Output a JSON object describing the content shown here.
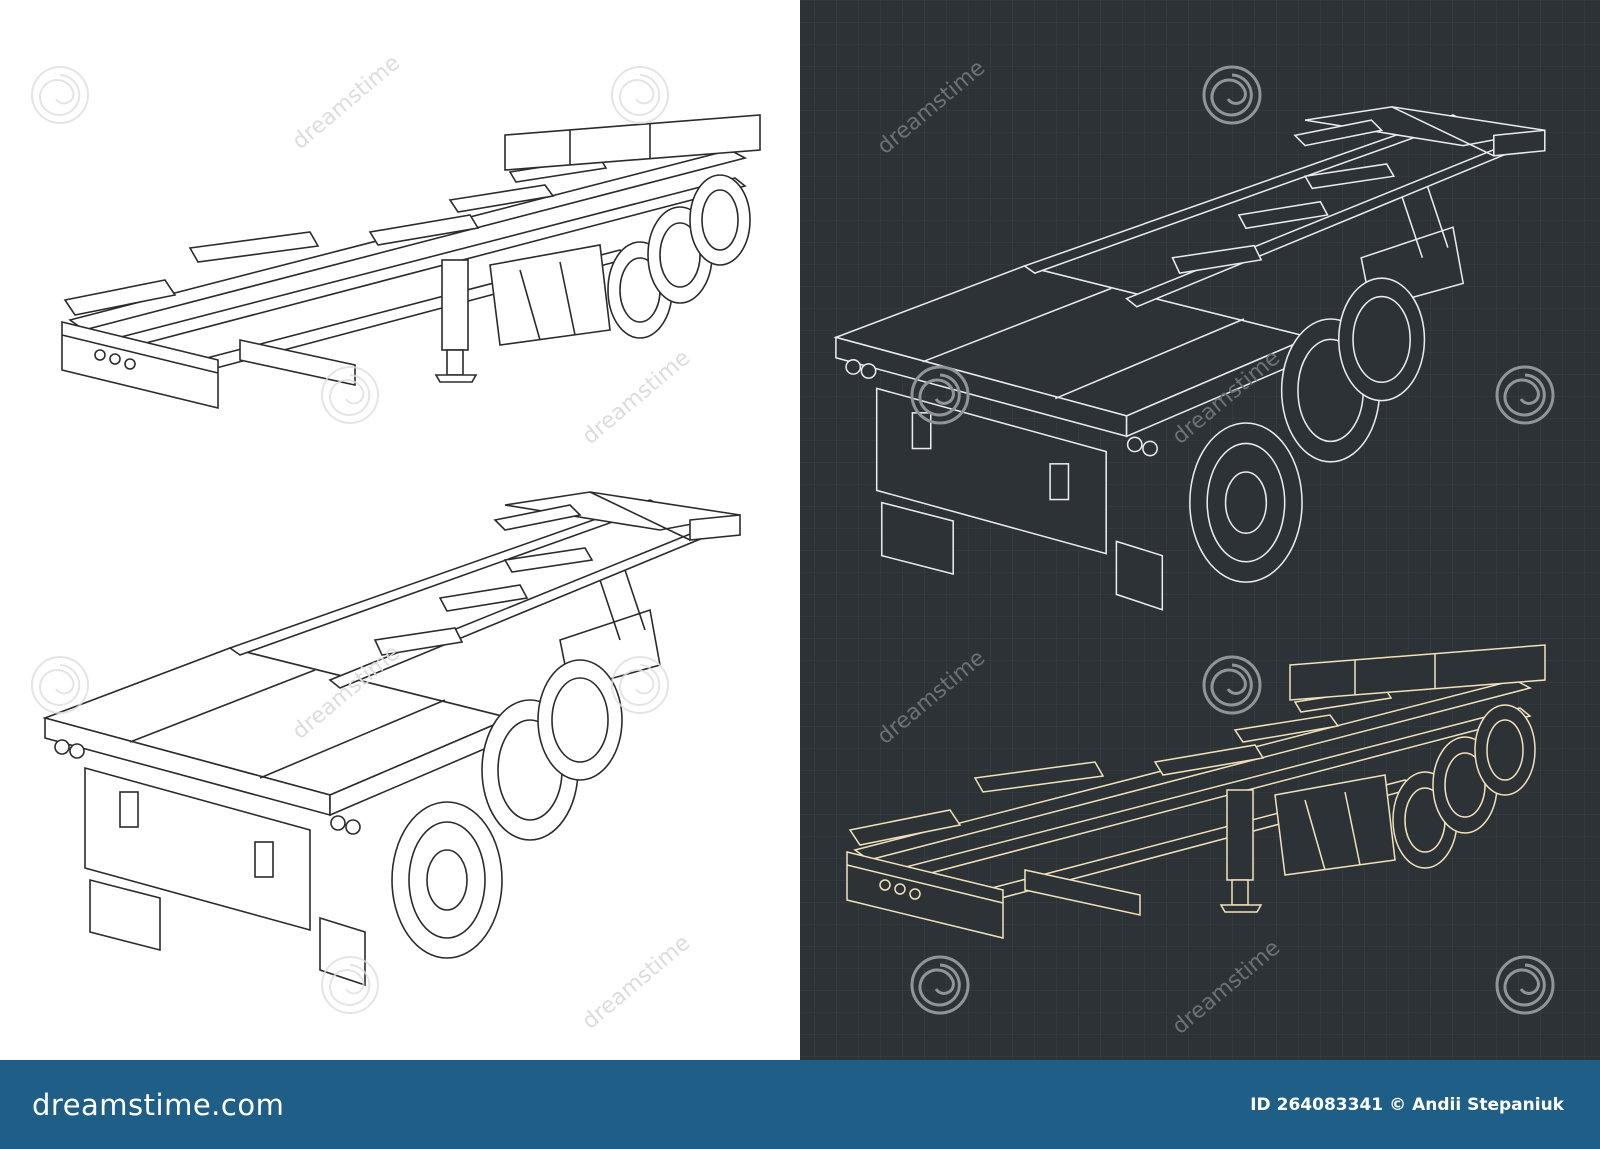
{
  "watermark": {
    "text": "dreamstime",
    "light_color": "#d9d9d9",
    "dark_color": "#6b7277",
    "spiral_color_dark": "#8f9599"
  },
  "colors": {
    "light_bg": "#ffffff",
    "light_line": "#2b2b2b",
    "dark_bg": "#2c3236",
    "dark_line_top": "#e9ecee",
    "dark_line_bottom": "#f1e2bb",
    "footer_bg": "#1f5e86"
  },
  "footer": {
    "logo": "dreamstime.com",
    "id_label": "ID",
    "id_number": "264083341",
    "copyright": "©",
    "author": "Andii Stepaniuk"
  }
}
